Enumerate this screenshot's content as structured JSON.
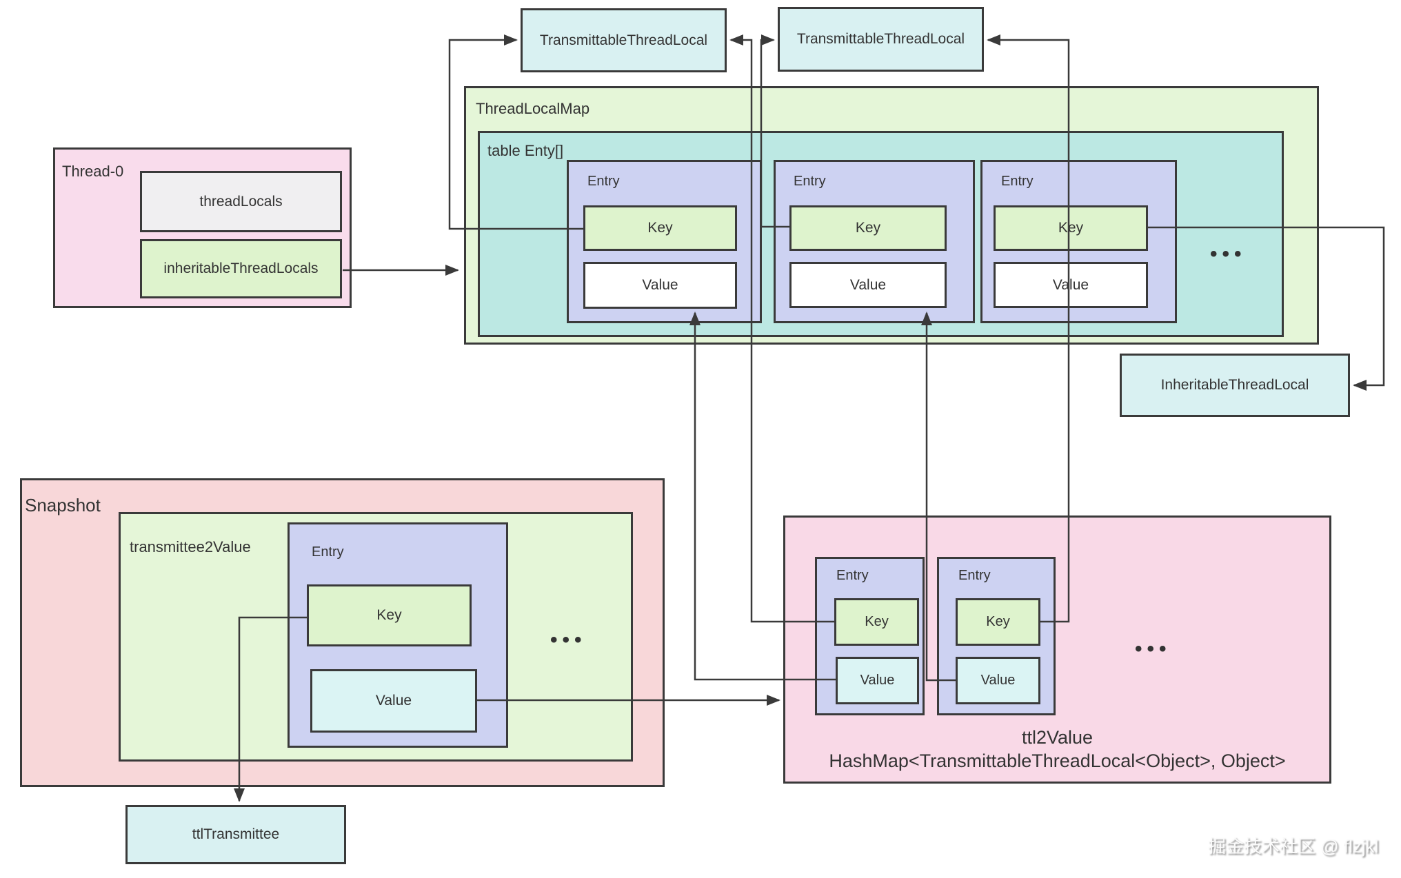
{
  "colors": {
    "background": "#ffffff",
    "line": "#3a3a3a",
    "thread_pink": "#f9dcec",
    "snapshot_salmon": "#f8d7d9",
    "ttl2value_pink": "#f9d9e7",
    "map_green": "#e5f6d8",
    "key_green": "#def3cd",
    "table_cyan": "#bce8e3",
    "class_box_cyan": "#d9f1f2",
    "entry_purple": "#cdd2f2",
    "threadlocals_gray": "#f0eff1",
    "value_white": "#ffffff",
    "value_cyan": "#dbf4f4"
  },
  "top": {
    "ttl_left": "TransmittableThreadLocal",
    "ttl_right": "TransmittableThreadLocal"
  },
  "thread0": {
    "title": "Thread-0",
    "thread_locals": "threadLocals",
    "inheritable_thread_locals": "inheritableThreadLocals"
  },
  "thread_local_map": {
    "title": "ThreadLocalMap",
    "table_title": "table Enty[]",
    "entries": [
      {
        "label": "Entry",
        "key": "Key",
        "value": "Value"
      },
      {
        "label": "Entry",
        "key": "Key",
        "value": "Value"
      },
      {
        "label": "Entry",
        "key": "Key",
        "value": "Value"
      }
    ],
    "ellipsis": "•••"
  },
  "inheritable_thread_local": "InheritableThreadLocal",
  "snapshot": {
    "title": "Snapshot",
    "map_label": "transmittee2Value",
    "entry": {
      "label": "Entry",
      "key": "Key",
      "value": "Value"
    },
    "ellipsis": "•••"
  },
  "ttl_transmittee": "ttlTransmittee",
  "ttl2value": {
    "entries": [
      {
        "label": "Entry",
        "key": "Key",
        "value": "Value"
      },
      {
        "label": "Entry",
        "key": "Key",
        "value": "Value"
      }
    ],
    "ellipsis": "•••",
    "caption_title": "ttl2Value",
    "caption_type": "HashMap<TransmittableThreadLocal<Object>, Object>"
  },
  "watermark": "掘金技术社区 @ flzjkl"
}
